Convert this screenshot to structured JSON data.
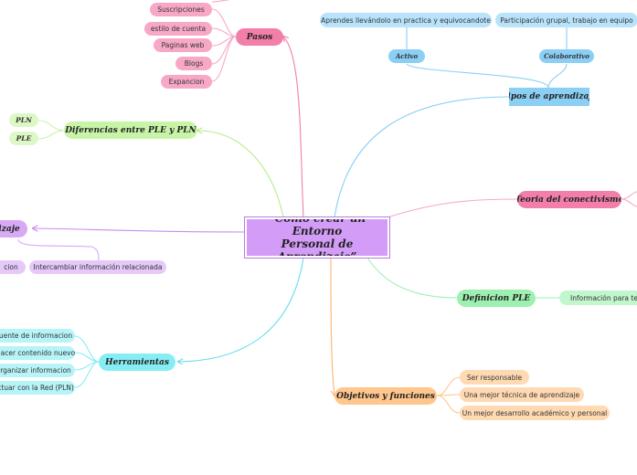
{
  "center": {
    "line1": "“Cómo crear un Entorno",
    "line2": "Personal de Aprendizaje”"
  },
  "pasos": {
    "label": "Pasos",
    "items": [
      "Suscripciones",
      "estilo de cuenta",
      "Paginas web",
      "Blogs",
      "Expancion"
    ]
  },
  "diferencias": {
    "label": "Diferencias entre PLE y PLN",
    "items": [
      "PLN",
      "PLE"
    ]
  },
  "violeta": {
    "label": "izaje",
    "items": [
      "cion",
      "Intercambiar información relacionada"
    ]
  },
  "herramientas": {
    "label": "Herramientas",
    "items": [
      "uente de informacion",
      "hacer contenido nuevo",
      "rganizar informacion",
      "ctuar con la Red (PLN)"
    ]
  },
  "tipos": {
    "label": "Tipos de aprendizaje",
    "activo": {
      "label": "Activo",
      "desc": "Aprendes llevándolo en practica y equivocandote"
    },
    "colaborativo": {
      "label": "Colaborativo",
      "desc": "Participación grupal, trabajo en equipo"
    }
  },
  "conectivismo": {
    "label": "Teoria del conectivismo"
  },
  "definicion": {
    "label": "Definicion PLE",
    "item": "Información para ten"
  },
  "objetivos": {
    "label": "Objetivos y funciones",
    "items": [
      "Ser responsable",
      "Una mejor técnica de aprendizaje",
      "Un mejor desarrollo académico y personal"
    ]
  }
}
